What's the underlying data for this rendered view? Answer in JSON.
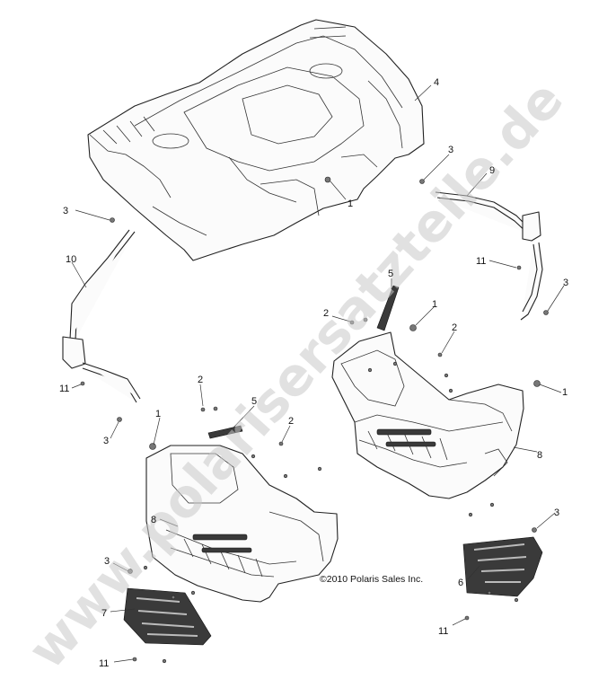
{
  "watermark": "www.polarisersatzteile.de",
  "copyright": "©2010 Polaris Sales Inc.",
  "callouts": {
    "c1a": "1",
    "c1b": "1",
    "c1c": "1",
    "c1d": "1",
    "c2a": "2",
    "c2b": "2",
    "c2c": "2",
    "c2d": "2",
    "c3a": "3",
    "c3b": "3",
    "c3c": "3",
    "c3d": "3",
    "c3e": "3",
    "c3f": "3",
    "c4": "4",
    "c5a": "5",
    "c5b": "5",
    "c6": "6",
    "c7": "7",
    "c8a": "8",
    "c8b": "8",
    "c9": "9",
    "c10": "10",
    "c11a": "11",
    "c11b": "11",
    "c11c": "11",
    "c11d": "11"
  },
  "colors": {
    "line": "#222222",
    "watermark": "#c9c9c9",
    "fill": "#fbfbfb"
  }
}
